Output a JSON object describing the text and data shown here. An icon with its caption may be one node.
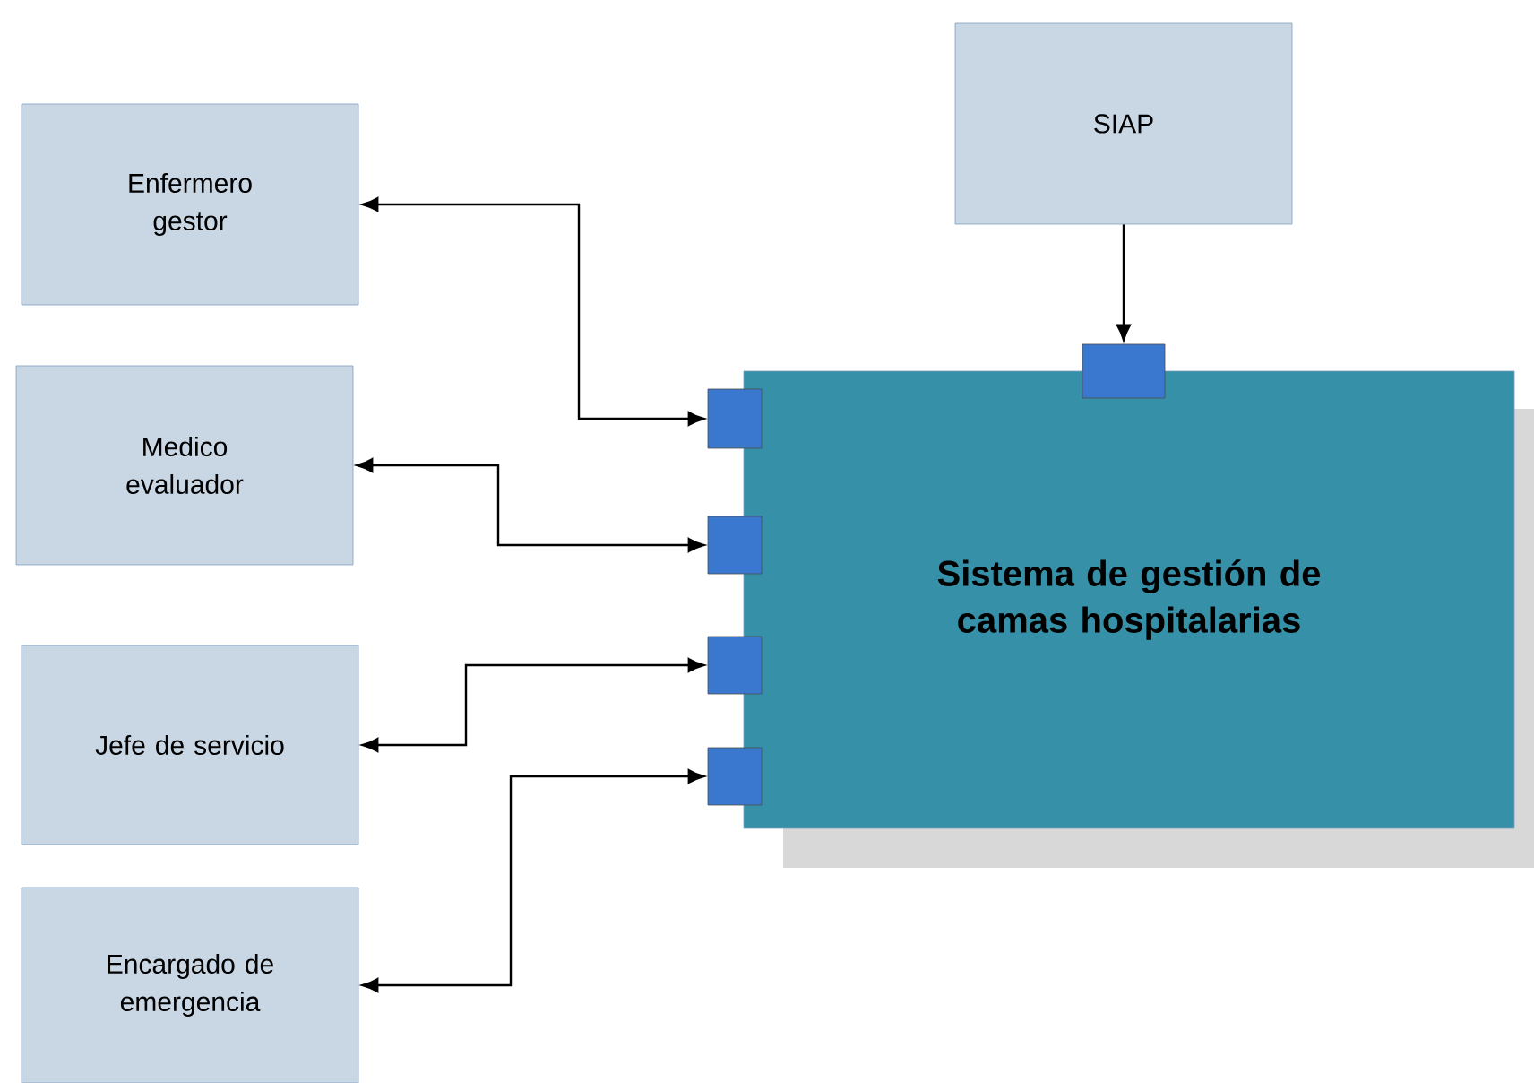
{
  "diagram": {
    "nodes": [
      {
        "text": [
          "Enfermero gestor"
        ]
      },
      {
        "text": [
          "SIAP"
        ]
      },
      {
        "text": [
          "Medico evaluador"
        ]
      },
      {
        "text": [
          "Jefe de servicio"
        ]
      },
      {
        "text": [
          "Encargado de emergencia"
        ]
      },
      {
        "text": [
          "Sistema de gestión de camas hospitalarias"
        ]
      },
      {
        "text": [],
        "shape": "box"
      },
      {
        "text": [],
        "shape": "box"
      },
      {
        "text": [],
        "shape": "box"
      },
      {
        "text": [],
        "shape": "box"
      },
      {
        "text": [],
        "shape": "box"
      }
    ],
    "edges": [
      {
        "from": 1,
        "to": 6,
        "arrow": "to"
      },
      {
        "from": 7,
        "to": 0,
        "arrow": "both"
      },
      {
        "from": 8,
        "to": 2,
        "arrow": "both"
      },
      {
        "from": 9,
        "to": 3,
        "arrow": "both"
      },
      {
        "from": 10,
        "to": 4,
        "arrow": "both"
      }
    ]
  }
}
